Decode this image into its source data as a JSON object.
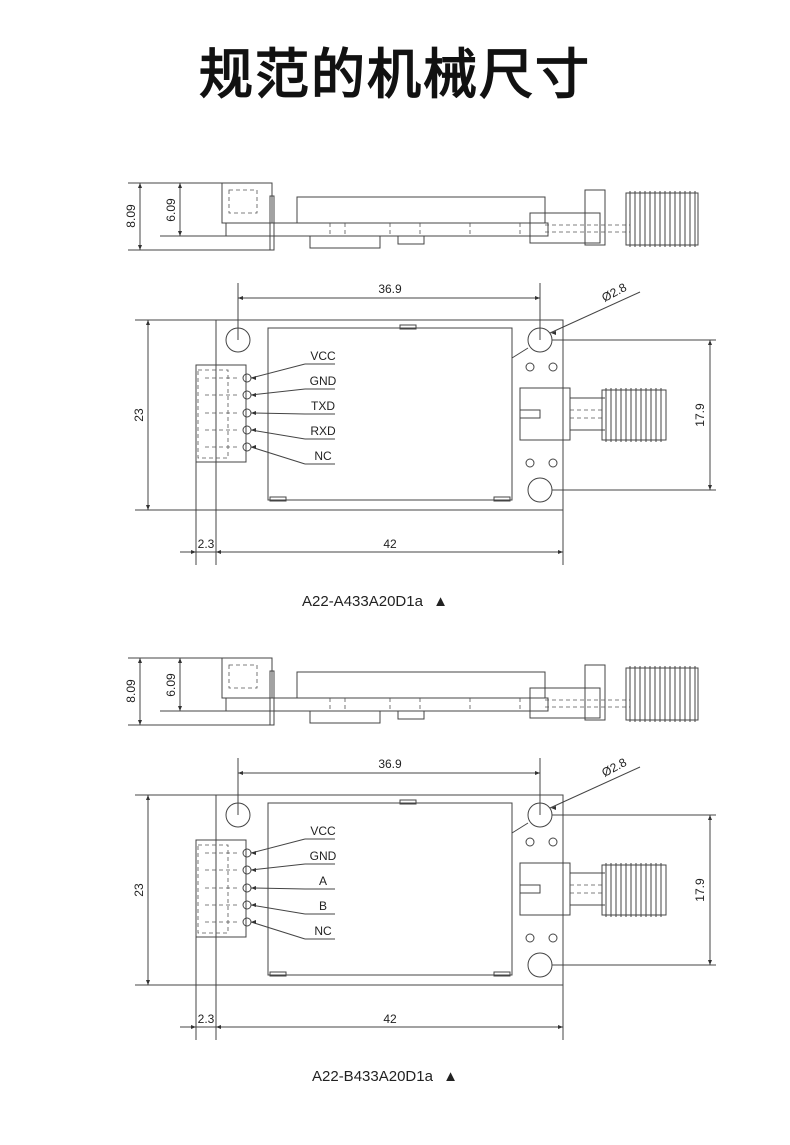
{
  "title": "规范的机械尺寸",
  "drawings": [
    {
      "model": "A22-A433A20D1a",
      "marker": "▲",
      "dims": {
        "height_total": "8.09",
        "height_board": "6.09",
        "hole_pitch": "36.9",
        "hole_dia": "Ø2.8",
        "width": "23",
        "ant_hole_pitch": "17.9",
        "pin_offset": "2.3",
        "length": "42"
      },
      "pins": [
        "VCC",
        "GND",
        "TXD",
        "RXD",
        "NC"
      ]
    },
    {
      "model": "A22-B433A20D1a",
      "marker": "▲",
      "dims": {
        "height_total": "8.09",
        "height_board": "6.09",
        "hole_pitch": "36.9",
        "hole_dia": "Ø2.8",
        "width": "23",
        "ant_hole_pitch": "17.9",
        "pin_offset": "2.3",
        "length": "42"
      },
      "pins": [
        "VCC",
        "GND",
        "A",
        "B",
        "NC"
      ]
    }
  ]
}
